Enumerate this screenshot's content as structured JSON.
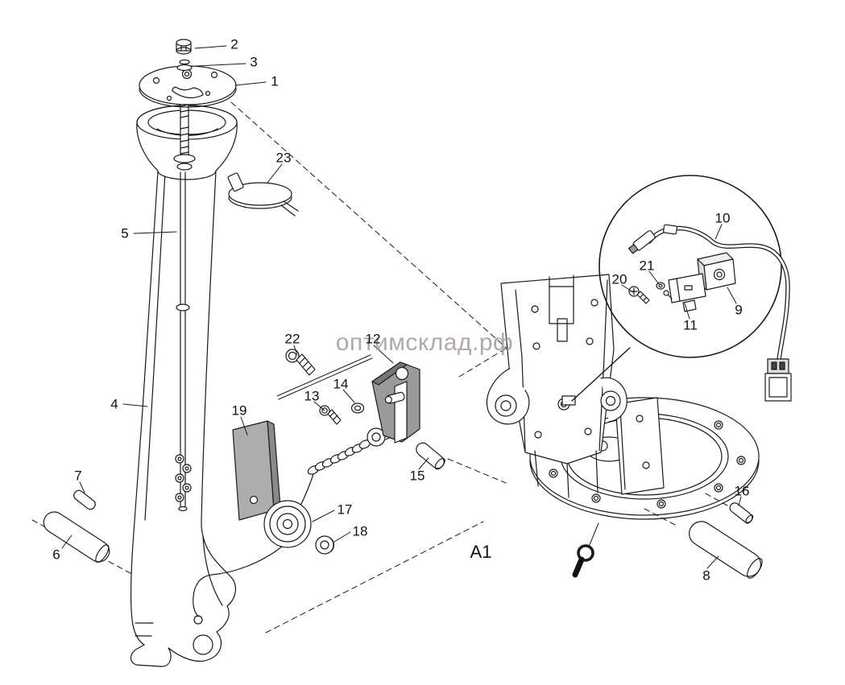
{
  "figure": {
    "type": "exploded-parts-diagram",
    "detail_view_label": "A1",
    "watermark": "оптимсклад.рф"
  },
  "callouts": {
    "c1": "1",
    "c2": "2",
    "c3": "3",
    "c4": "4",
    "c5": "5",
    "c6": "6",
    "c7": "7",
    "c8": "8",
    "c9": "9",
    "c10": "10",
    "c11": "11",
    "c12": "12",
    "c13": "13",
    "c14": "14",
    "c15": "15",
    "c16": "16",
    "c17": "17",
    "c18": "18",
    "c19": "19",
    "c20": "20",
    "c21": "21",
    "c22": "22",
    "c23": "23"
  }
}
